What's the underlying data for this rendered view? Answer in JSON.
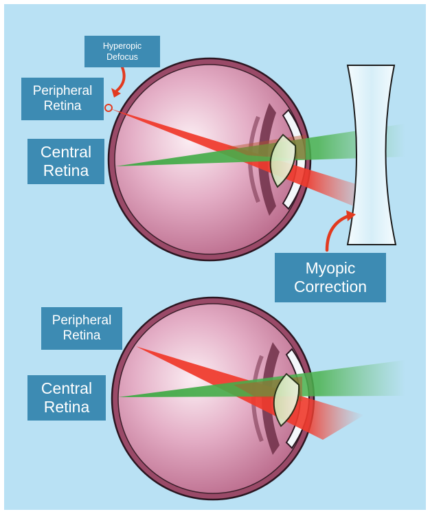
{
  "labels": {
    "hyperopic_defocus": [
      "Hyperopic",
      "Defocus"
    ],
    "top_peripheral_retina": [
      "Peripheral",
      "Retina"
    ],
    "top_central_retina": [
      "Central",
      "Retina"
    ],
    "myopic_correction": [
      "Myopic",
      "Correction"
    ],
    "bottom_peripheral_retina": [
      "Peripheral",
      "Retina"
    ],
    "bottom_central_retina": [
      "Central",
      "Retina"
    ]
  },
  "colors": {
    "background": "#b9e1f4",
    "label_fill": "#3d8bb3",
    "label_text": "#ffffff",
    "eyeball": "#d68fb0",
    "peripheral_ray": "#f0302a",
    "central_ray": "#46b34a",
    "arrow": "#e23a1f",
    "lens": "#e8f5fb"
  }
}
